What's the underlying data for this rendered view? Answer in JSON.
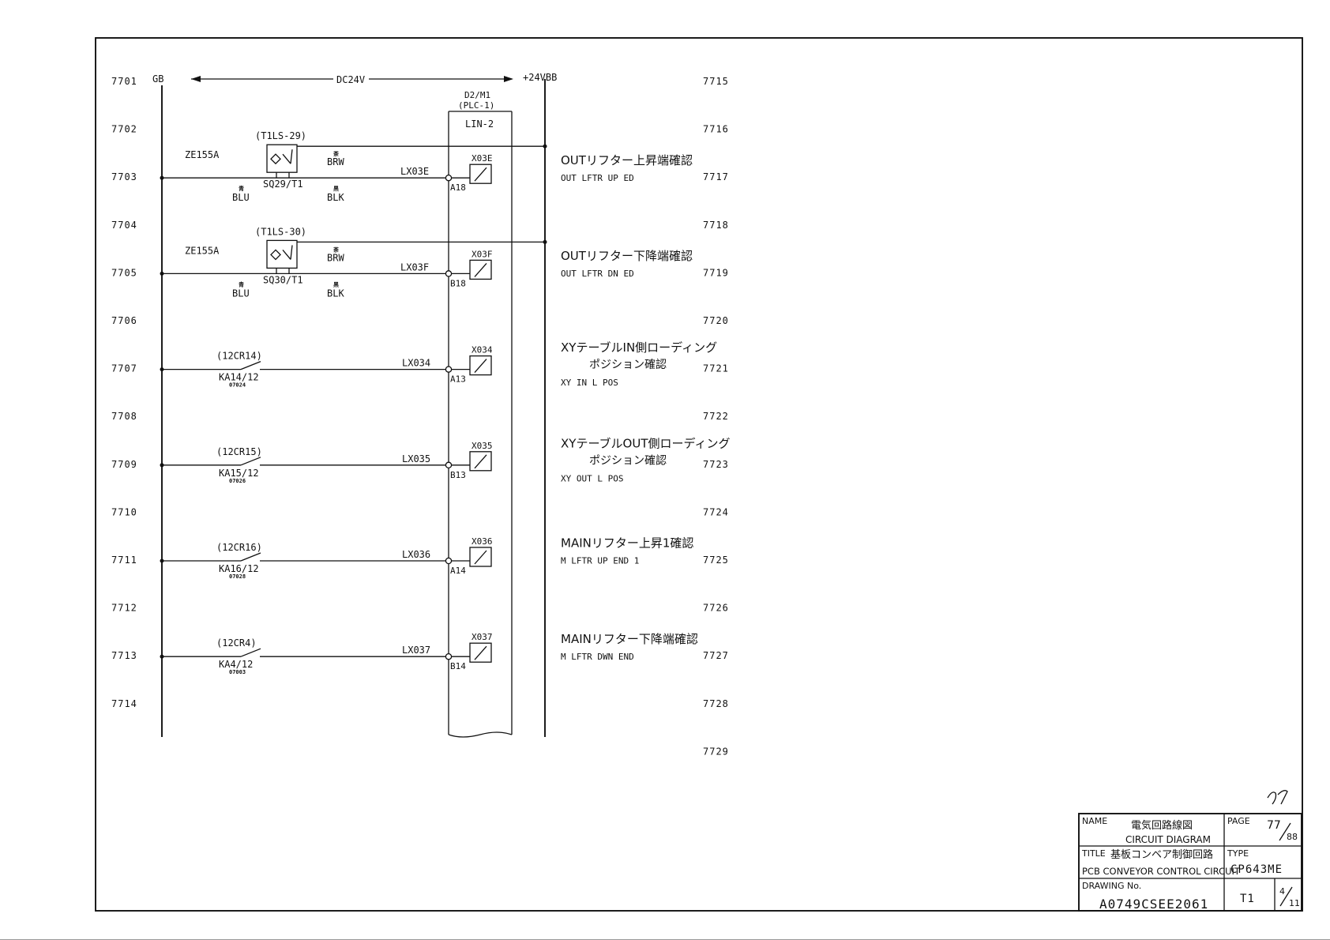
{
  "left_line_numbers": [
    "7701",
    "7702",
    "7703",
    "7704",
    "7705",
    "7706",
    "7707",
    "7708",
    "7709",
    "7710",
    "7711",
    "7712",
    "7713",
    "7714"
  ],
  "right_line_numbers": [
    "7715",
    "7716",
    "7717",
    "7718",
    "7719",
    "7720",
    "7721",
    "7722",
    "7723",
    "7724",
    "7725",
    "7726",
    "7727",
    "7728",
    "7729"
  ],
  "header": {
    "rail_left": "GB",
    "voltage": "DC24V",
    "rail_right": "+24VBB"
  },
  "plc": {
    "module": "D2/M1",
    "name": "(PLC-1)",
    "slot": "LIN-2"
  },
  "sensors": [
    {
      "type": "ZE155A",
      "id": "(T1LS-29)",
      "ref": "SQ29/T1",
      "blue_jp": "青",
      "blue_en": "BLU",
      "brown_jp": "茶",
      "brown_en": "BRW",
      "black_jp": "黒",
      "black_en": "BLK",
      "wire": "LX03E",
      "input": "X03E",
      "term": "A18"
    },
    {
      "type": "ZE155A",
      "id": "(T1LS-30)",
      "ref": "SQ30/T1",
      "blue_jp": "青",
      "blue_en": "BLU",
      "brown_jp": "茶",
      "brown_en": "BRW",
      "black_jp": "黒",
      "black_en": "BLK",
      "wire": "LX03F",
      "input": "X03F",
      "term": "B18"
    }
  ],
  "relays": [
    {
      "id": "(12CR14)",
      "contact": "KA14/12",
      "ref": "07024",
      "wire": "LX034",
      "input": "X034",
      "term": "A13"
    },
    {
      "id": "(12CR15)",
      "contact": "KA15/12",
      "ref": "07026",
      "wire": "LX035",
      "input": "X035",
      "term": "B13"
    },
    {
      "id": "(12CR16)",
      "contact": "KA16/12",
      "ref": "07028",
      "wire": "LX036",
      "input": "X036",
      "term": "A14"
    },
    {
      "id": "(12CR4)",
      "contact": "KA4/12",
      "ref": "07003",
      "wire": "LX037",
      "input": "X037",
      "term": "B14"
    }
  ],
  "descriptions": [
    {
      "jp": "OUTリフター上昇端確認",
      "jp2": "",
      "en": "OUT LFTR UP ED"
    },
    {
      "jp": "OUTリフター下降端確認",
      "jp2": "",
      "en": "OUT LFTR DN ED"
    },
    {
      "jp": "XYテーブルIN側ローディング",
      "jp2": "ポジション確認",
      "en": "XY IN L POS"
    },
    {
      "jp": "XYテーブルOUT側ローディング",
      "jp2": "ポジション確認",
      "en": "XY OUT L POS"
    },
    {
      "jp": "MAINリフター上昇1確認",
      "jp2": "",
      "en": "M LFTR UP END 1"
    },
    {
      "jp": "MAINリフター下降端確認",
      "jp2": "",
      "en": "M LFTR DWN END"
    }
  ],
  "title_block": {
    "handwritten_page": "77",
    "name_label": "NAME",
    "name_jp": "電気回路線図",
    "name_en": "CIRCUIT DIAGRAM",
    "page_label": "PAGE",
    "page_num": "77",
    "page_total": "88",
    "title_label": "TITLE",
    "title_jp": "基板コンベア制御回路",
    "title_en": "PCB CONVEYOR CONTROL CIRCUIT",
    "type_label": "TYPE",
    "type_value": "CP643ME",
    "drawing_label": "DRAWING No.",
    "drawing_value": "A0749CSEE2061",
    "sheet_code": "T1",
    "sheet_num": "4",
    "sheet_total": "11"
  }
}
